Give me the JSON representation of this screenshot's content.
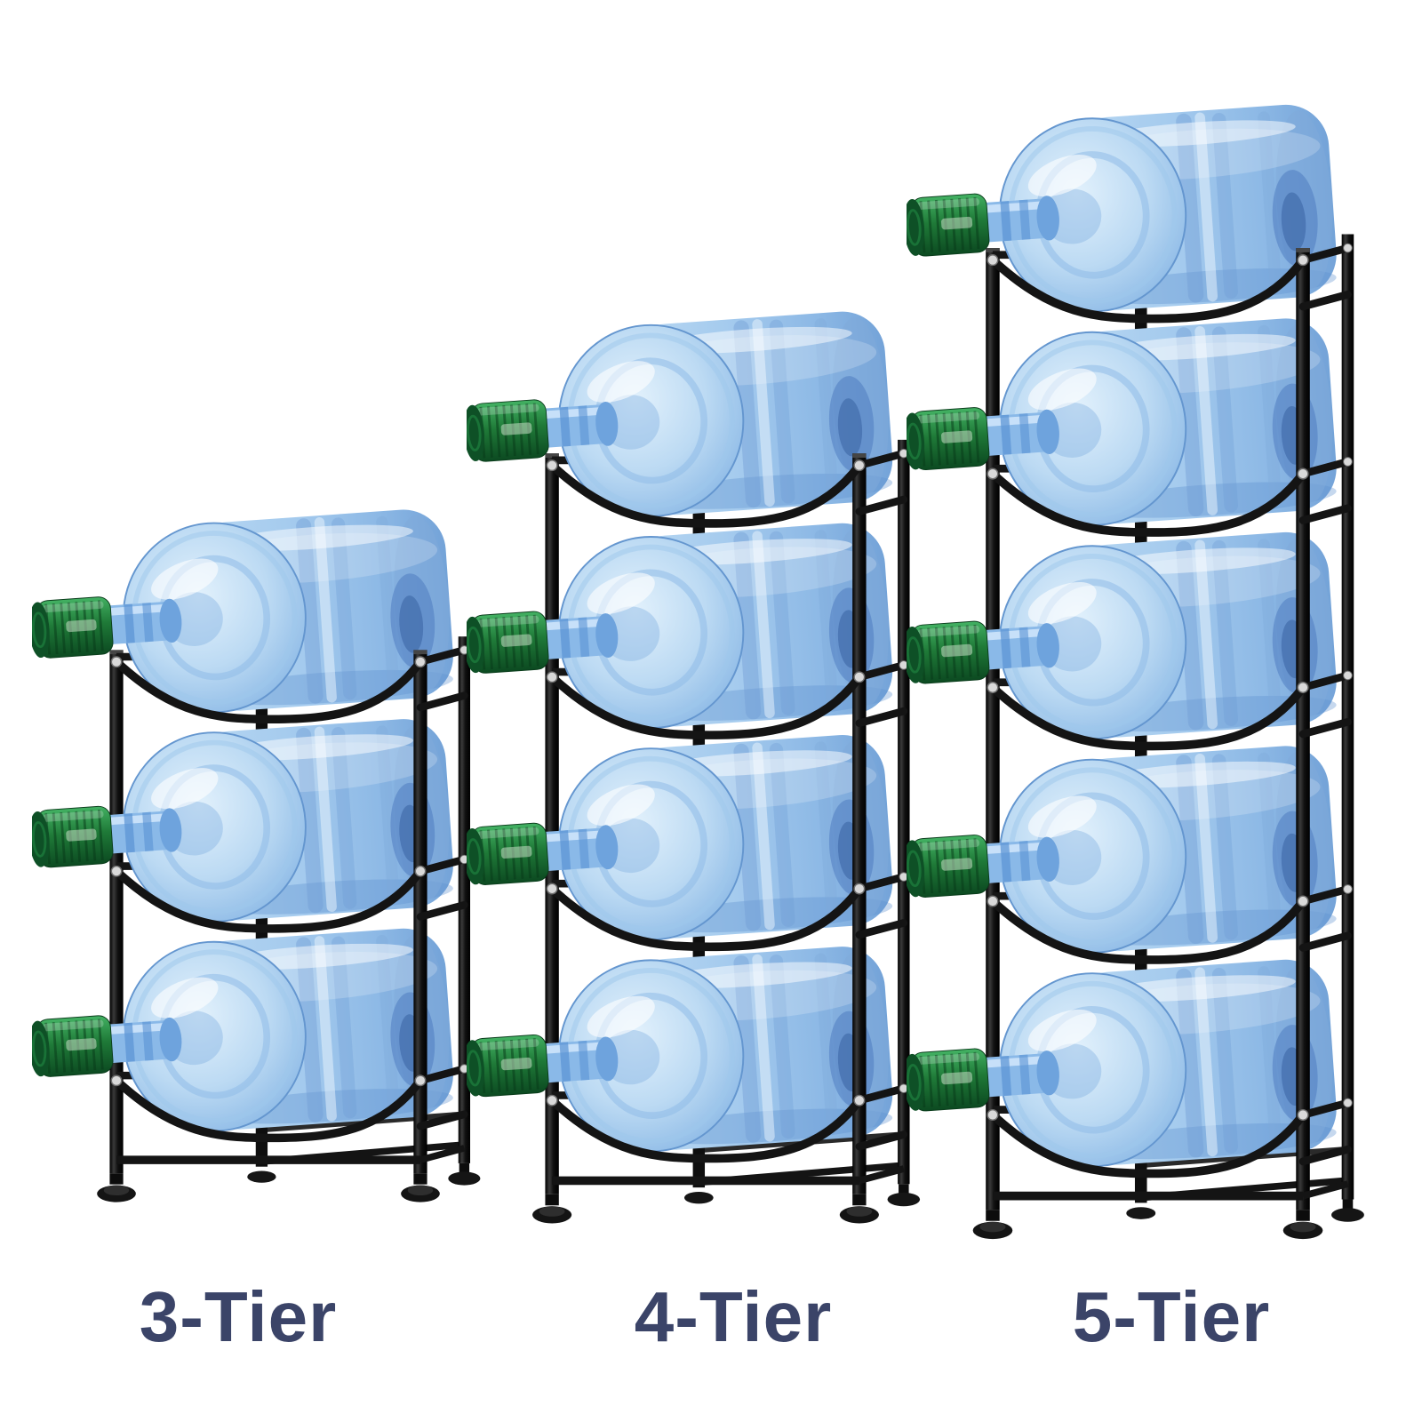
{
  "background": "#ffffff",
  "racks": [
    {
      "label": "3-Tier",
      "tiers": 3
    },
    {
      "label": "4-Tier",
      "tiers": 4
    },
    {
      "label": "5-Tier",
      "tiers": 5
    }
  ],
  "colors": {
    "label_text": "#3b4468",
    "frame_black": "#141414",
    "post_highlight": "#3a3a3a",
    "bottle_blue_light": "#cde4f6",
    "bottle_blue_mid": "#9cc3ea",
    "bottle_blue_deep": "#5c8fcd",
    "bottle_swirl": "#335d9e",
    "neck_blue": "#8ab9e8",
    "cap_green": "#1f7a38",
    "cap_green_dark": "#0e5026",
    "cap_green_light": "#43b163",
    "bolt_silver": "#d9d9d9"
  }
}
